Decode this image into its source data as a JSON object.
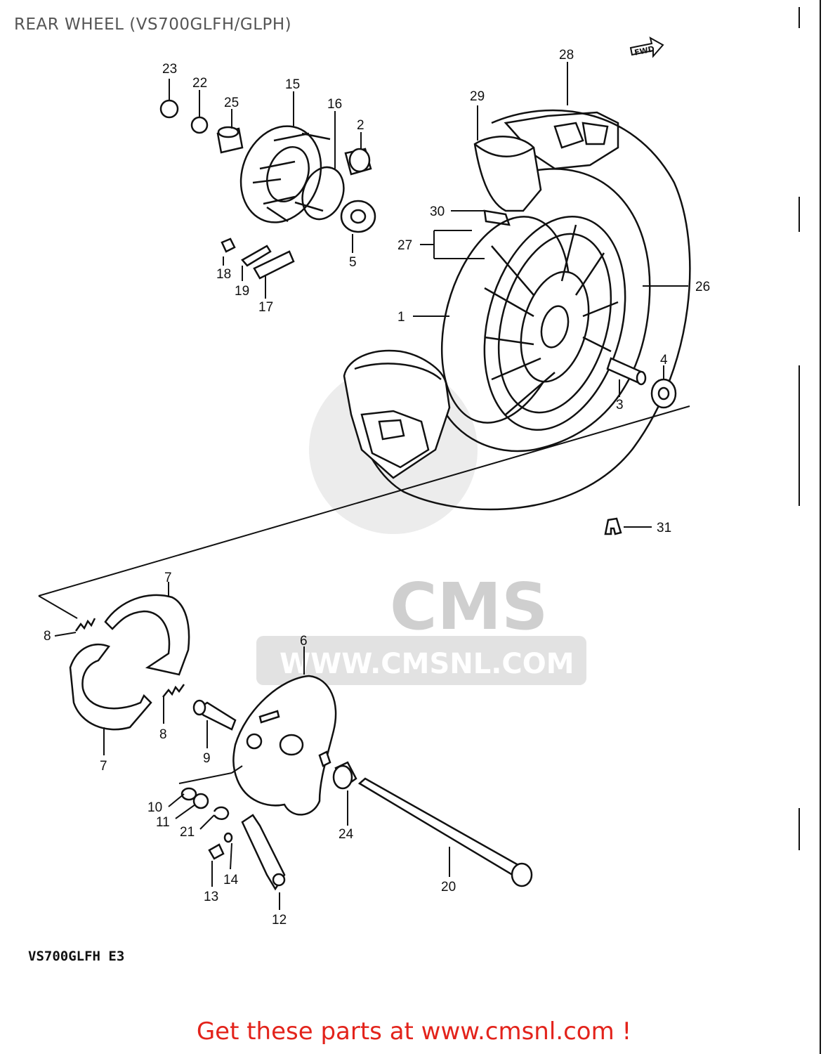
{
  "title": "REAR WHEEL (VS700GLFH/GLPH)",
  "model_code": "VS700GLFH E3",
  "direction_badge": "FWD",
  "watermark": {
    "brand": "CMS",
    "url": "WWW.CMSNL.COM"
  },
  "footer": "Get these parts at www.cmsnl.com !",
  "callouts": {
    "c1": "1",
    "c2": "2",
    "c3": "3",
    "c4": "4",
    "c5": "5",
    "c6": "6",
    "c7a": "7",
    "c7b": "7",
    "c8a": "8",
    "c8b": "8",
    "c9": "9",
    "c10": "10",
    "c11": "11",
    "c12": "12",
    "c13": "13",
    "c14": "14",
    "c15": "15",
    "c16": "16",
    "c17": "17",
    "c18": "18",
    "c19": "19",
    "c20": "20",
    "c21": "21",
    "c22": "22",
    "c23": "23",
    "c24": "24",
    "c25": "25",
    "c26": "26",
    "c27": "27",
    "c28": "28",
    "c29": "29",
    "c30": "30",
    "c31": "31"
  },
  "colors": {
    "footer_text": "#e3231b",
    "title_text": "#555555",
    "watermark": "#d9d9d9"
  }
}
